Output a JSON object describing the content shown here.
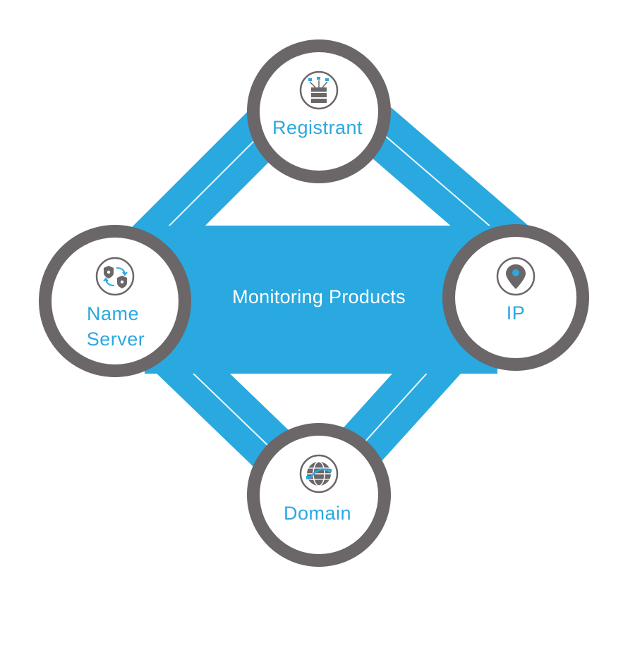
{
  "diagram": {
    "center_label": "Monitoring Products",
    "nodes": {
      "registrant": {
        "label": "Registrant",
        "icon": "server-network-icon"
      },
      "ip": {
        "label": "IP",
        "icon": "location-pin-icon"
      },
      "domain": {
        "label": "Domain",
        "icon": "globe-icon"
      },
      "name_server": {
        "label_line1": "Name",
        "label_line2": "Server",
        "icon": "shield-sync-icon"
      }
    },
    "colors": {
      "ring_blue": "#29a9e0",
      "node_border_gray": "#6b6667",
      "node_fill": "#ffffff",
      "label_blue": "#2aa8e0",
      "icon_gray": "#6b6667"
    }
  }
}
